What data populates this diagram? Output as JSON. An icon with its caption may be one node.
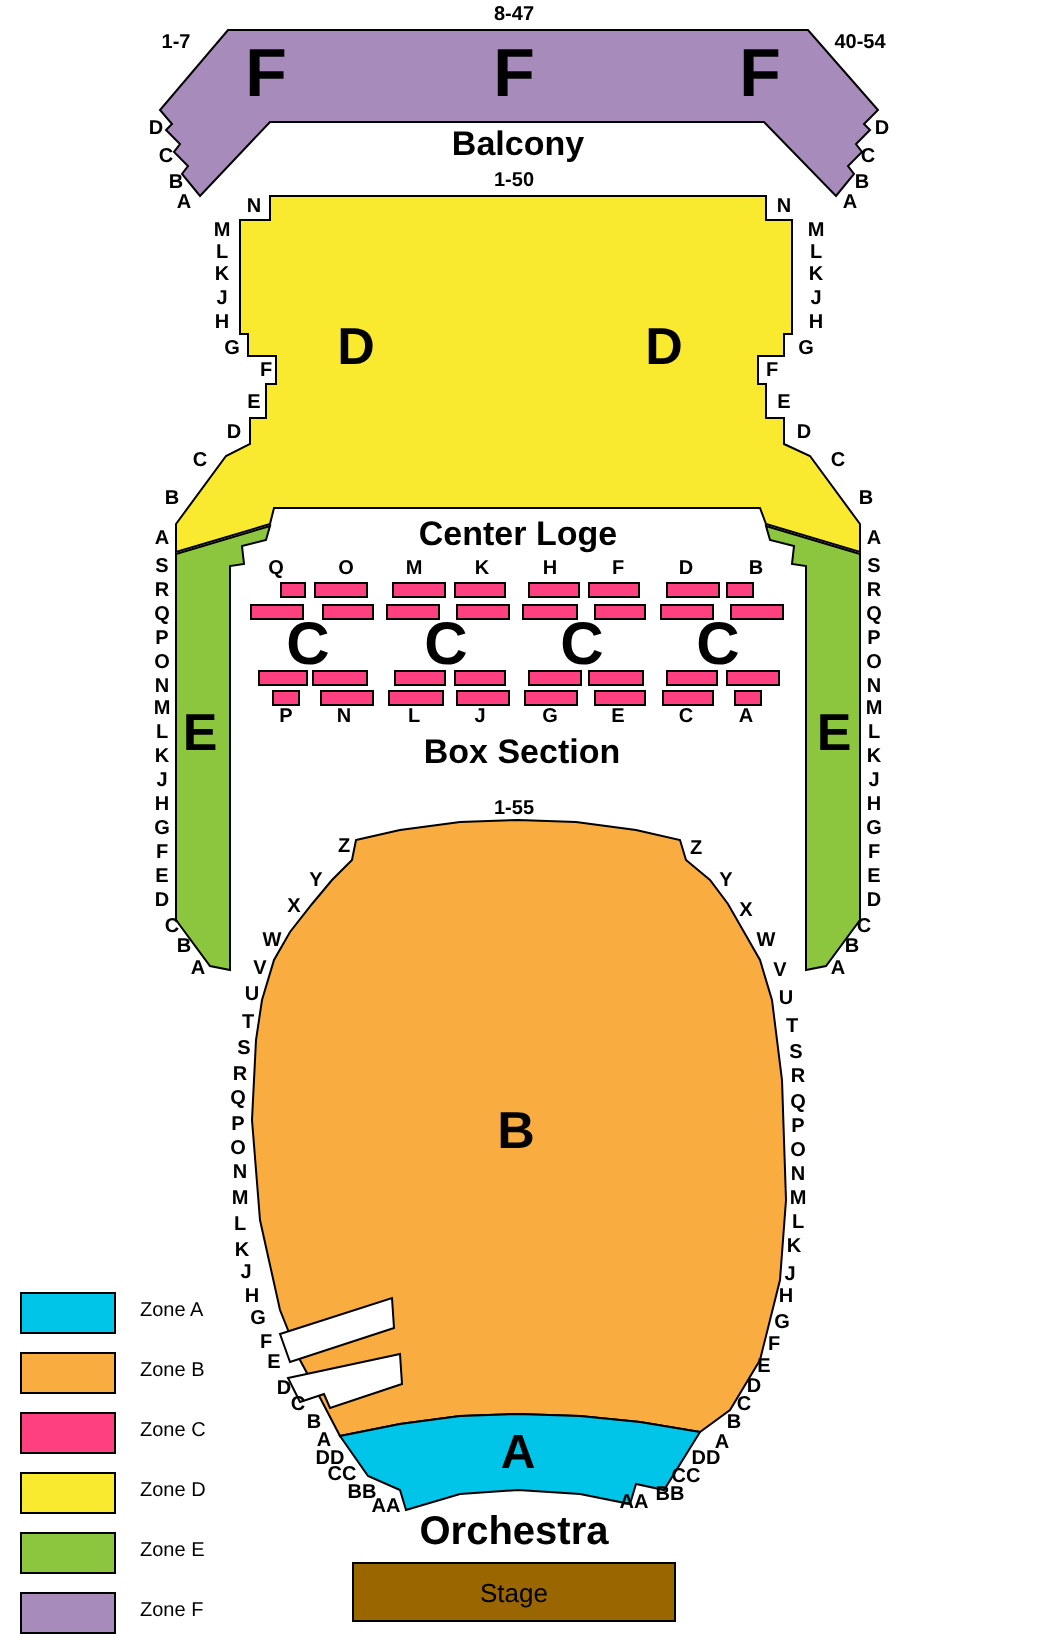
{
  "diagram": {
    "nodes": [
      {
        "text": [
          "F",
          "F",
          "F"
        ]
      },
      {
        "text": [
          "D",
          "D"
        ]
      },
      {
        "text": [
          "E"
        ]
      },
      {
        "text": [
          "E"
        ]
      },
      {
        "text": [
          "B"
        ]
      },
      {
        "text": [
          "A"
        ]
      },
      {
        "text": [
          "Stage"
        ]
      },
      {
        "text": [],
        "shape": "box"
      },
      {
        "text": [],
        "shape": "box"
      },
      {
        "text": [],
        "shape": "box"
      },
      {
        "text": [],
        "shape": "box"
      },
      {
        "text": [],
        "shape": "box"
      },
      {
        "text": [],
        "shape": "box"
      },
      {
        "text": [],
        "shape": "box"
      },
      {
        "text": [],
        "shape": "box"
      },
      {
        "text": [],
        "shape": "box"
      },
      {
        "text": [],
        "shape": "box"
      },
      {
        "text": [],
        "shape": "box"
      },
      {
        "text": [],
        "shape": "box"
      },
      {
        "text": [],
        "shape": "box"
      },
      {
        "text": [],
        "shape": "box"
      },
      {
        "text": [],
        "shape": "box"
      },
      {
        "text": [],
        "shape": "box"
      },
      {
        "text": [],
        "shape": "box"
      },
      {
        "text": [],
        "shape": "box"
      },
      {
        "text": [],
        "shape": "box"
      },
      {
        "text": [],
        "shape": "box"
      },
      {
        "text": [],
        "shape": "box"
      },
      {
        "text": [],
        "shape": "box"
      },
      {
        "text": [],
        "shape": "box"
      },
      {
        "text": [],
        "shape": "box"
      },
      {
        "text": [],
        "shape": "box"
      },
      {
        "text": [],
        "shape": "box"
      },
      {
        "text": [],
        "shape": "box"
      },
      {
        "text": [],
        "shape": "box"
      },
      {
        "text": [],
        "shape": "box"
      },
      {
        "text": [],
        "shape": "box"
      },
      {
        "text": [],
        "shape": "box"
      },
      {
        "text": [],
        "shape": "box"
      }
    ],
    "labels": [
      "1-7",
      "8-47",
      "40-54",
      "D",
      "C",
      "B",
      "A",
      "D",
      "C",
      "B",
      "A",
      "Balcony",
      "1-50",
      "N",
      "M",
      "L",
      "K",
      "J",
      "H",
      "G",
      "F",
      "E",
      "D",
      "C",
      "B",
      "N",
      "M",
      "L",
      "K",
      "J",
      "H",
      "G",
      "F",
      "E",
      "D",
      "C",
      "B",
      "Center Loge",
      "Q",
      "O",
      "M",
      "K",
      "H",
      "F",
      "D",
      "B",
      "C",
      "C",
      "C",
      "C",
      "P",
      "N",
      "L",
      "J",
      "G",
      "E",
      "C",
      "A",
      "Box Section",
      "A",
      "S",
      "R",
      "Q",
      "P",
      "O",
      "N",
      "M",
      "L",
      "K",
      "J",
      "H",
      "G",
      "F",
      "E",
      "D",
      "C",
      "B",
      "A",
      "A",
      "S",
      "R",
      "Q",
      "P",
      "O",
      "N",
      "M",
      "L",
      "K",
      "J",
      "H",
      "G",
      "F",
      "E",
      "D",
      "C",
      "B",
      "A",
      "1-55",
      "Z",
      "Y",
      "X",
      "W",
      "V",
      "U",
      "T",
      "S",
      "R",
      "Q",
      "P",
      "O",
      "N",
      "M",
      "L",
      "K",
      "J",
      "H",
      "G",
      "F",
      "E",
      "D",
      "C",
      "B",
      "A",
      "DD",
      "CC",
      "BB",
      "AA",
      "Z",
      "Y",
      "X",
      "W",
      "V",
      "U",
      "T",
      "S",
      "R",
      "Q",
      "P",
      "O",
      "N",
      "M",
      "L",
      "K",
      "J",
      "H",
      "G",
      "F",
      "E",
      "D",
      "C",
      "B",
      "A",
      "DD",
      "CC",
      "BB",
      "AA",
      "Orchestra"
    ],
    "legend": [
      {
        "text": "Zone A",
        "color": "#00c4e8"
      },
      {
        "text": "Zone B",
        "color": "#f9ad41"
      },
      {
        "text": "Zone C",
        "color": "#ff4080"
      },
      {
        "text": "Zone D",
        "color": "#f9ea2f"
      },
      {
        "text": "Zone E",
        "color": "#8cc63f"
      },
      {
        "text": "Zone F",
        "color": "#a68bbb"
      }
    ]
  }
}
